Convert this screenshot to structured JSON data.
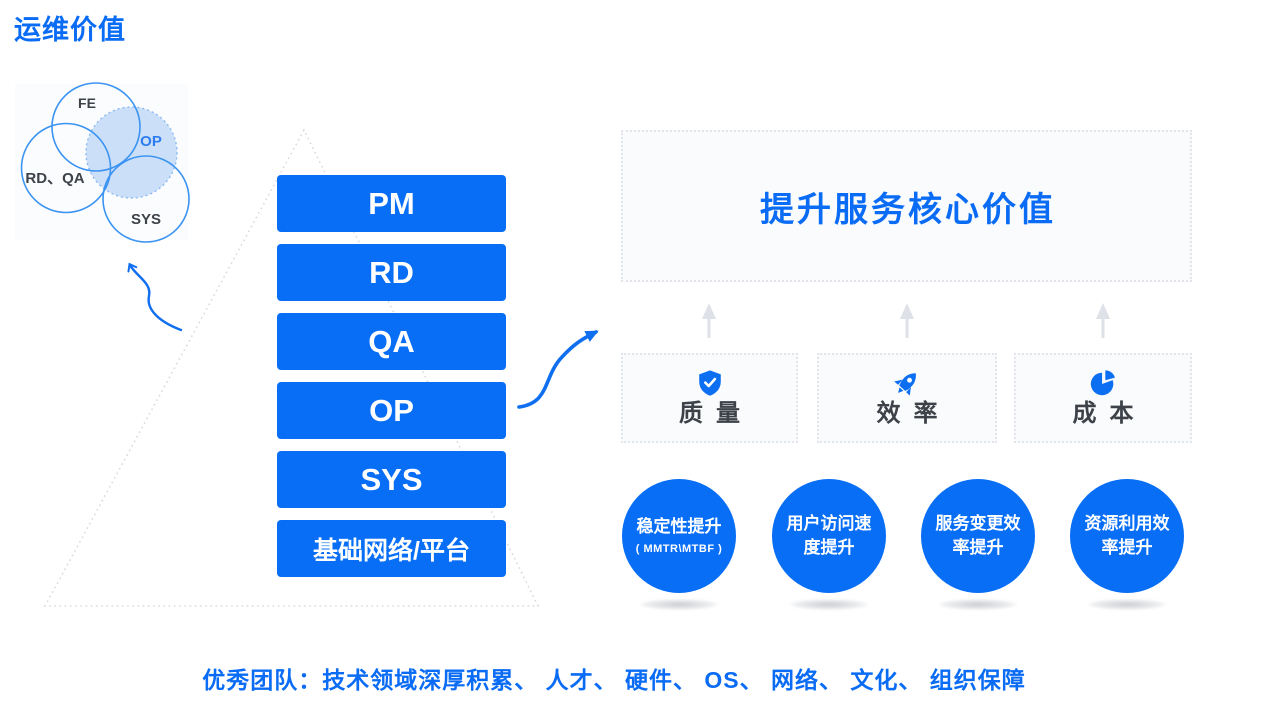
{
  "slide": {
    "title": "运维价值",
    "footer": "优秀团队：技术领域深厚积累、 人才、 硬件、 OS、 网络、 文化、 组织保障"
  },
  "venn": {
    "fe": "FE",
    "op": "OP",
    "rdqa": "RD、QA",
    "sys": "SYS"
  },
  "pyramid": {
    "bars": [
      {
        "label": "PM"
      },
      {
        "label": "RD"
      },
      {
        "label": "QA"
      },
      {
        "label": "OP"
      },
      {
        "label": "SYS"
      },
      {
        "label": "基础网络/平台"
      }
    ]
  },
  "value": {
    "headline": "提升服务核心价值",
    "pillars": [
      {
        "label": "质量",
        "icon": "shield-check-icon"
      },
      {
        "label": "效率",
        "icon": "rocket-icon"
      },
      {
        "label": "成本",
        "icon": "pie-chart-icon"
      }
    ],
    "outcomes": [
      {
        "line1": "稳定性提升",
        "line2": "( MMTR\\MTBF )"
      },
      {
        "line1": "用户访问速",
        "line2": "度提升"
      },
      {
        "line1": "服务变更效",
        "line2": "率提升"
      },
      {
        "line1": "资源利用效",
        "line2": "率提升"
      }
    ]
  },
  "colors": {
    "primary_blue": "#086ef6",
    "accent_text_blue": "#0a6cf5",
    "venn_stroke_blue": "#3b93f2",
    "venn_fill_blue": "#cbdff8",
    "dash_border": "#e2e5e9",
    "dash_background": "#fafbfc",
    "dark_text": "#3d4249",
    "gray_arrow": "#dee2e8"
  }
}
